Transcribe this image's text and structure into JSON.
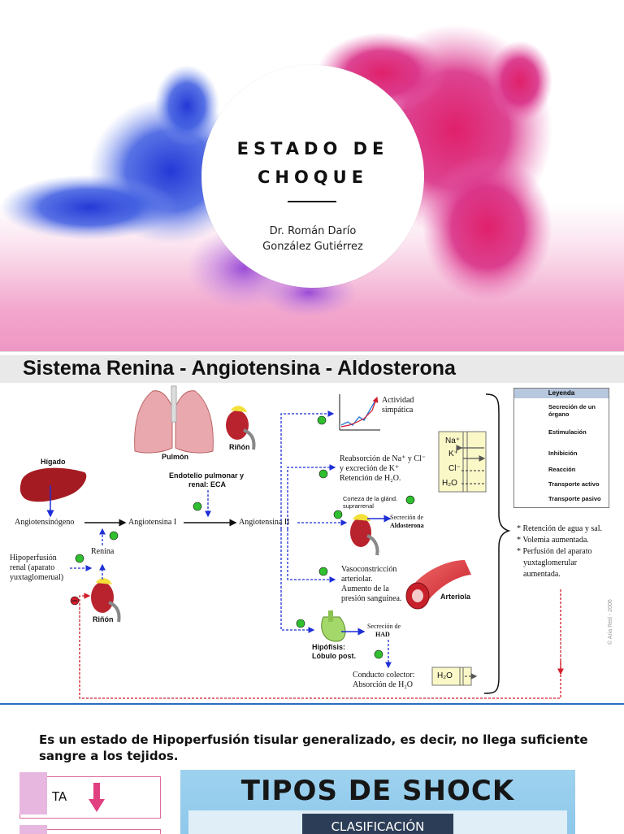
{
  "slide1": {
    "title_line1": "ESTADO DE",
    "title_line2": "CHOQUE",
    "author_line1": "Dr. Román Darío",
    "author_line2": "González Gutiérrez"
  },
  "slide2": {
    "title": "Sistema Renina - Angiotensina - Aldosterona",
    "labels": {
      "pulmon": "Pulmón",
      "rinon_top": "Riñón",
      "higado": "Hígado",
      "endotelio_1": "Endotelio pulmonar y",
      "endotelio_2": "renal: ECA",
      "angiotensinogeno": "Angiotensinógeno",
      "angiotensina1": "Angiotensina I",
      "angiotensina2": "Angiotensina II",
      "renina": "Renina",
      "hipoperfusion_1": "Hipoperfusión",
      "hipoperfusion_2": "renal (aparato",
      "hipoperfusion_3": "yuxtaglomerual)",
      "rinon_bottom": "Riñón",
      "actividad_1": "Actividad",
      "actividad_2": "simpática",
      "reabsorcion_1": "Reabsorción de Na⁺ y Cl⁻",
      "reabsorcion_2": "y excreción de K⁺",
      "reabsorcion_3": "Retención de H₂O.",
      "corteza_1": "Corteza de la glánd.",
      "corteza_2": "suprarrenal",
      "secrecion_ald_1": "Secreción de",
      "secrecion_ald_2": "Aldosterona",
      "vaso_1": "Vasoconstricción",
      "vaso_2": "arteriolar.",
      "vaso_3": "Aumento de la",
      "vaso_4": "presión sanguínea.",
      "arteriola": "Arteriola",
      "hipofisis_1": "Hipófisis:",
      "hipofisis_2": "Lóbulo post.",
      "secrecion_had_1": "Secreción de",
      "secrecion_had_2": "HAD",
      "conducto_1": "Conducto colector:",
      "conducto_2": "Absorción de H₂O",
      "ion_na": "Na⁺",
      "ion_k": "K⁺",
      "ion_cl": "Cl⁻",
      "ion_h2o": "H₂O",
      "ion_h2o_bottom": "H₂O",
      "result_1": "* Retención de agua y sal.",
      "result_2": "* Volemia aumentada.",
      "result_3": "* Perfusión del aparato",
      "result_4": "yuxtaglomerular",
      "result_5": "aumentada.",
      "watermark": "© Aria Red - 2006"
    },
    "legend": {
      "title": "Leyenda",
      "items": [
        "Secreción de un órgano",
        "Estimulación",
        "Inhibición",
        "Reacción",
        "Transporte activo",
        "Transporte pasivo"
      ]
    },
    "colors": {
      "stimulation": "#2fbf2f",
      "inhibition": "#d21d2b",
      "secretion": "#1e2fd6",
      "organ": "#b8232e"
    }
  },
  "slide3": {
    "text": "Es un estado de Hipoperfusión tisular generalizado, es decir, no llega suficiente sangre a los tejidos.",
    "ta_label": "TA",
    "shock_title": "TIPOS DE SHOCK",
    "shock_subtitle": "CLASIFICACIÓN"
  }
}
